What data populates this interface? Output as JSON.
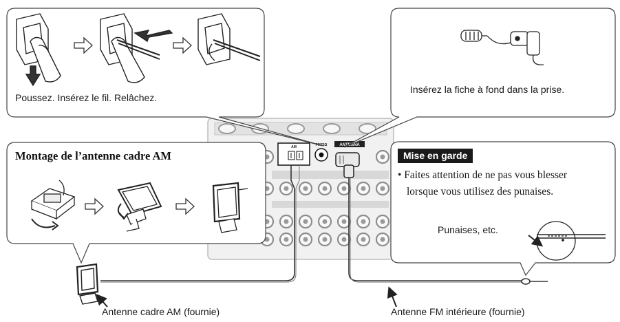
{
  "panels": {
    "wire_steps": {
      "caption": "Poussez. Insérez le fil. Relâchez."
    },
    "plug": {
      "caption": "Insérez la fiche à fond dans la prise."
    },
    "am_assembly": {
      "title": "Montage de l’antenne cadre AM"
    },
    "caution": {
      "badge": "Mise en garde",
      "line1": "• Faites attention de ne pas vous blesser",
      "line2": "lorsque vous utilisez des punaises.",
      "pin_label": "Punaises, etc."
    }
  },
  "receiver": {
    "am_label": "AM",
    "fm_label": "FM75Ω",
    "antenna_label": "ANTENNA"
  },
  "callouts": {
    "am_antenna": "Antenne cadre AM (fournie)",
    "fm_antenna": "Antenne FM intérieure (fournie)"
  }
}
